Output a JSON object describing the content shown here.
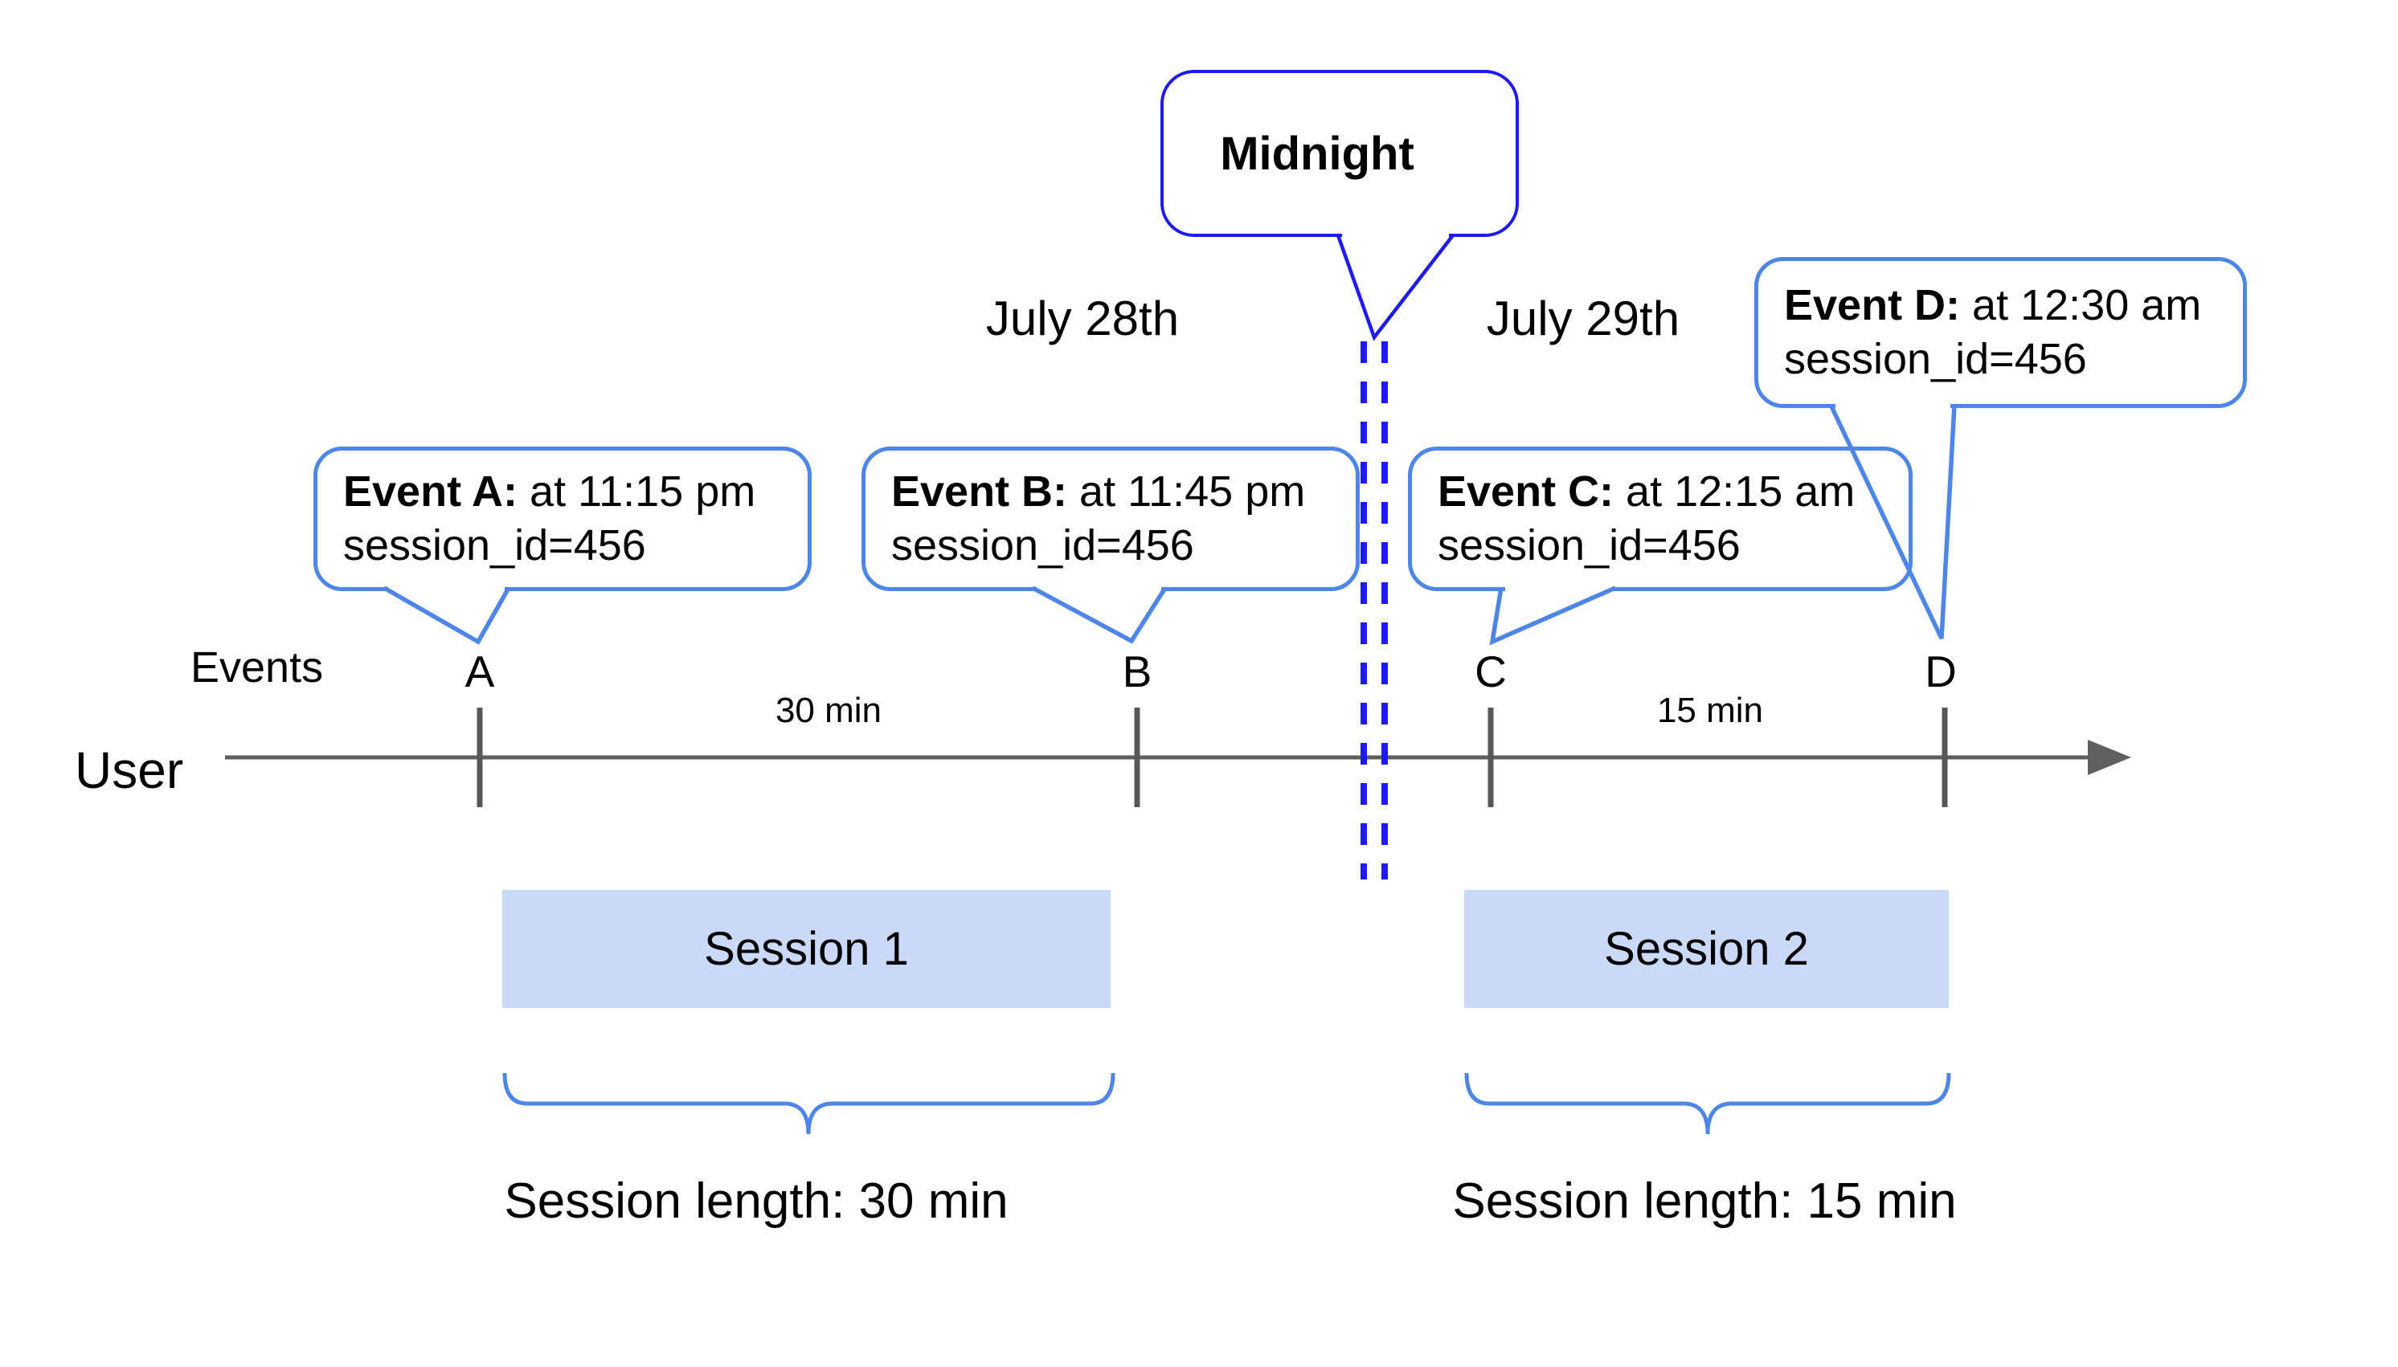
{
  "diagram": {
    "dates": {
      "left": "July 28th",
      "right": "July 29th"
    },
    "midnight": {
      "label": "Midnight"
    },
    "axis": {
      "events_label": "Events",
      "user_label": "User"
    },
    "events": [
      {
        "letter": "A",
        "title": "Event A:",
        "time": " at 11:15 pm",
        "session": "session_id=456"
      },
      {
        "letter": "B",
        "title": "Event B:",
        "time": " at 11:45 pm",
        "session": "session_id=456"
      },
      {
        "letter": "C",
        "title": "Event C:",
        "time": " at 12:15 am",
        "session": "session_id=456"
      },
      {
        "letter": "D",
        "title": "Event D:",
        "time": " at 12:30 am",
        "session": "session_id=456"
      }
    ],
    "intervals": [
      {
        "label": "30 min"
      },
      {
        "label": "15 min"
      }
    ],
    "sessions": [
      {
        "name": "Session 1",
        "length": "Session length: 30 min"
      },
      {
        "name": "Session 2",
        "length": "Session length: 15 min"
      }
    ],
    "colors": {
      "midnight_blue": "#1c1cf0",
      "bubble_blue": "#4e86e8",
      "session_fill": "#c9daf8",
      "axis_gray": "#5f5f5f"
    }
  }
}
